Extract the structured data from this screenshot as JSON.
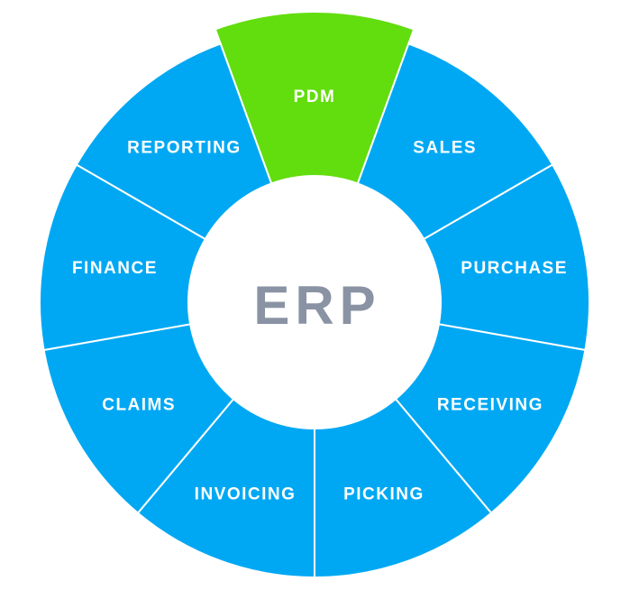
{
  "diagram": {
    "center_label": "ERP",
    "colors": {
      "segment": "#00a8f3",
      "highlight": "#62dd0e",
      "divider": "#ffffff",
      "hub": "#ffffff",
      "center_text": "#8a93a3"
    },
    "highlighted_segment": "PDM",
    "segments": [
      {
        "label": "PDM"
      },
      {
        "label": "SALES"
      },
      {
        "label": "PURCHASE"
      },
      {
        "label": "RECEIVING"
      },
      {
        "label": "PICKING"
      },
      {
        "label": "INVOICING"
      },
      {
        "label": "CLAIMS"
      },
      {
        "label": "FINANCE"
      },
      {
        "label": "REPORTING"
      }
    ]
  }
}
